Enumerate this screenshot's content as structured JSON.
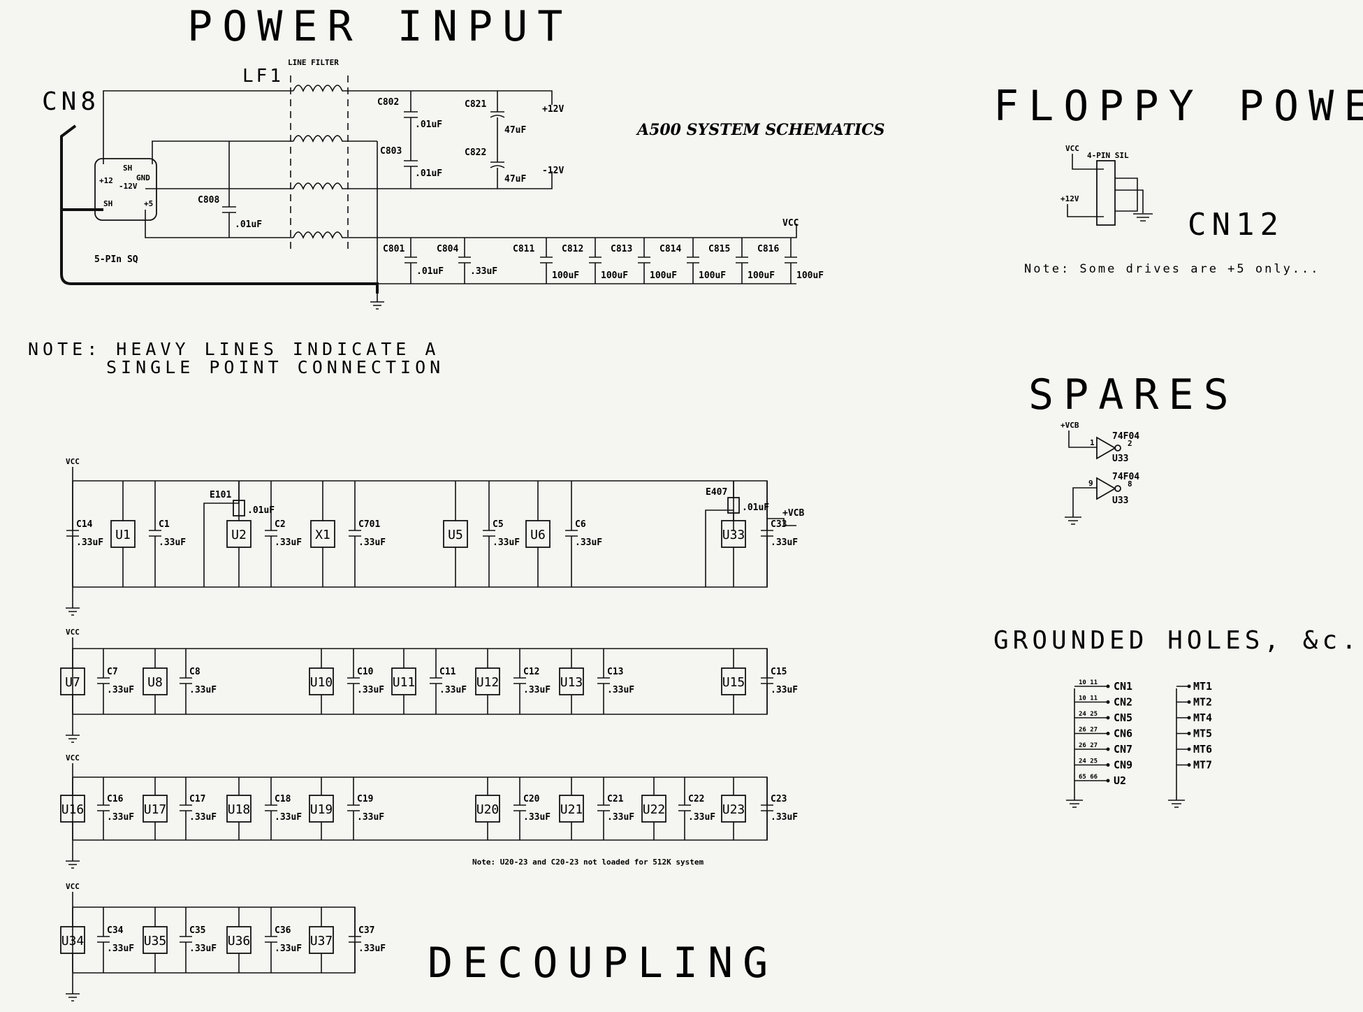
{
  "titles": {
    "power_input": "POWER INPUT",
    "floppy_power": "FLOPPY POWER",
    "spares": "SPARES",
    "grounded_holes": "GROUNDED HOLES, &c.",
    "decoupling": "DECOUPLING",
    "system": "A500 SYSTEM SCHEMATICS"
  },
  "power": {
    "connector": "CN8",
    "connector_type": "5-PIn SQ",
    "pins": [
      "+12",
      "GND",
      "-12V",
      "SH",
      "+5",
      "SH"
    ],
    "line_filter_ref": "LF1",
    "line_filter_label": "LINE FILTER",
    "rails": [
      "+12V",
      "-12V",
      "VCC"
    ],
    "caps_top": [
      {
        "ref": "C802",
        "value": ".01uF"
      },
      {
        "ref": "C803",
        "value": ".01uF"
      },
      {
        "ref": "C821",
        "value": "47uF"
      },
      {
        "ref": "C822",
        "value": "47uF"
      },
      {
        "ref": "C808",
        "value": ".01uF"
      }
    ],
    "caps_vcc": [
      {
        "ref": "C801",
        "value": ".01uF"
      },
      {
        "ref": "C804",
        "value": ".33uF"
      },
      {
        "ref": "C811",
        "value": "100uF"
      },
      {
        "ref": "C812",
        "value": "100uF"
      },
      {
        "ref": "C813",
        "value": "100uF"
      },
      {
        "ref": "C814",
        "value": "100uF"
      },
      {
        "ref": "C815",
        "value": "100uF"
      },
      {
        "ref": "C816",
        "value": "100uF"
      }
    ]
  },
  "heavy_note_line1": "NOTE: HEAVY LINES INDICATE A",
  "heavy_note_line2": "SINGLE POINT CONNECTION",
  "floppy": {
    "connector": "CN12",
    "sil": "4-PIN SIL",
    "vcc": "VCC",
    "p12": "+12V",
    "note": "Note: Some drives are +5 only..."
  },
  "spares": {
    "supply": "+VCB",
    "part1": "74F04",
    "part2": "74F04",
    "ref1": "U33",
    "ref2": "U33",
    "pin_in1": "1",
    "pin_out1": "2",
    "pin_in2": "9",
    "pin_out2": "8"
  },
  "grounded": {
    "left": [
      {
        "pins": "10 11",
        "ref": "CN1"
      },
      {
        "pins": "10 11",
        "ref": "CN2"
      },
      {
        "pins": "24 25",
        "ref": "CN5"
      },
      {
        "pins": "26 27",
        "ref": "CN6"
      },
      {
        "pins": "26 27",
        "ref": "CN7"
      },
      {
        "pins": "24 25",
        "ref": "CN9"
      },
      {
        "pins": "65 66",
        "ref": "U2"
      }
    ],
    "right": [
      "MT1",
      "MT2",
      "MT4",
      "MT5",
      "MT6",
      "MT7"
    ]
  },
  "decoupling": {
    "vcc": "VCC",
    "vcb": "+VCB",
    "row1_ics": [
      "U1",
      "U2",
      "X1",
      "U5",
      "U6",
      "U33"
    ],
    "row1_caps": [
      {
        "ref": "C14",
        "value": ".33uF"
      },
      {
        "ref": "C1",
        "value": ".33uF"
      },
      {
        "ref": "C2",
        "value": ".33uF"
      },
      {
        "ref": "C701",
        "value": ".33uF"
      },
      {
        "ref": "C5",
        "value": ".33uF"
      },
      {
        "ref": "C6",
        "value": ".33uF"
      },
      {
        "ref": "C33",
        "value": ".33uF"
      }
    ],
    "e101": "E101",
    "e407": "E407",
    "e_value": ".01uF",
    "row2_ics": [
      "U7",
      "U8",
      "U10",
      "U11",
      "U12",
      "U13",
      "U15"
    ],
    "row2_caps": [
      {
        "ref": "C7",
        "value": ".33uF"
      },
      {
        "ref": "C8",
        "value": ".33uF"
      },
      {
        "ref": "C10",
        "value": ".33uF"
      },
      {
        "ref": "C11",
        "value": ".33uF"
      },
      {
        "ref": "C12",
        "value": ".33uF"
      },
      {
        "ref": "C13",
        "value": ".33uF"
      },
      {
        "ref": "C15",
        "value": ".33uF"
      }
    ],
    "row3_ics": [
      "U16",
      "U17",
      "U18",
      "U19",
      "U20",
      "U21",
      "U22",
      "U23"
    ],
    "row3_caps": [
      {
        "ref": "C16",
        "value": ".33uF"
      },
      {
        "ref": "C17",
        "value": ".33uF"
      },
      {
        "ref": "C18",
        "value": ".33uF"
      },
      {
        "ref": "C19",
        "value": ".33uF"
      },
      {
        "ref": "C20",
        "value": ".33uF"
      },
      {
        "ref": "C21",
        "value": ".33uF"
      },
      {
        "ref": "C22",
        "value": ".33uF"
      },
      {
        "ref": "C23",
        "value": ".33uF"
      }
    ],
    "row3_note": "Note: U20-23 and C20-23 not loaded for 512K system",
    "row4_ics": [
      "U34",
      "U35",
      "U36",
      "U37"
    ],
    "row4_caps": [
      {
        "ref": "C34",
        "value": ".33uF"
      },
      {
        "ref": "C35",
        "value": ".33uF"
      },
      {
        "ref": "C36",
        "value": ".33uF"
      },
      {
        "ref": "C37",
        "value": ".33uF"
      }
    ]
  }
}
